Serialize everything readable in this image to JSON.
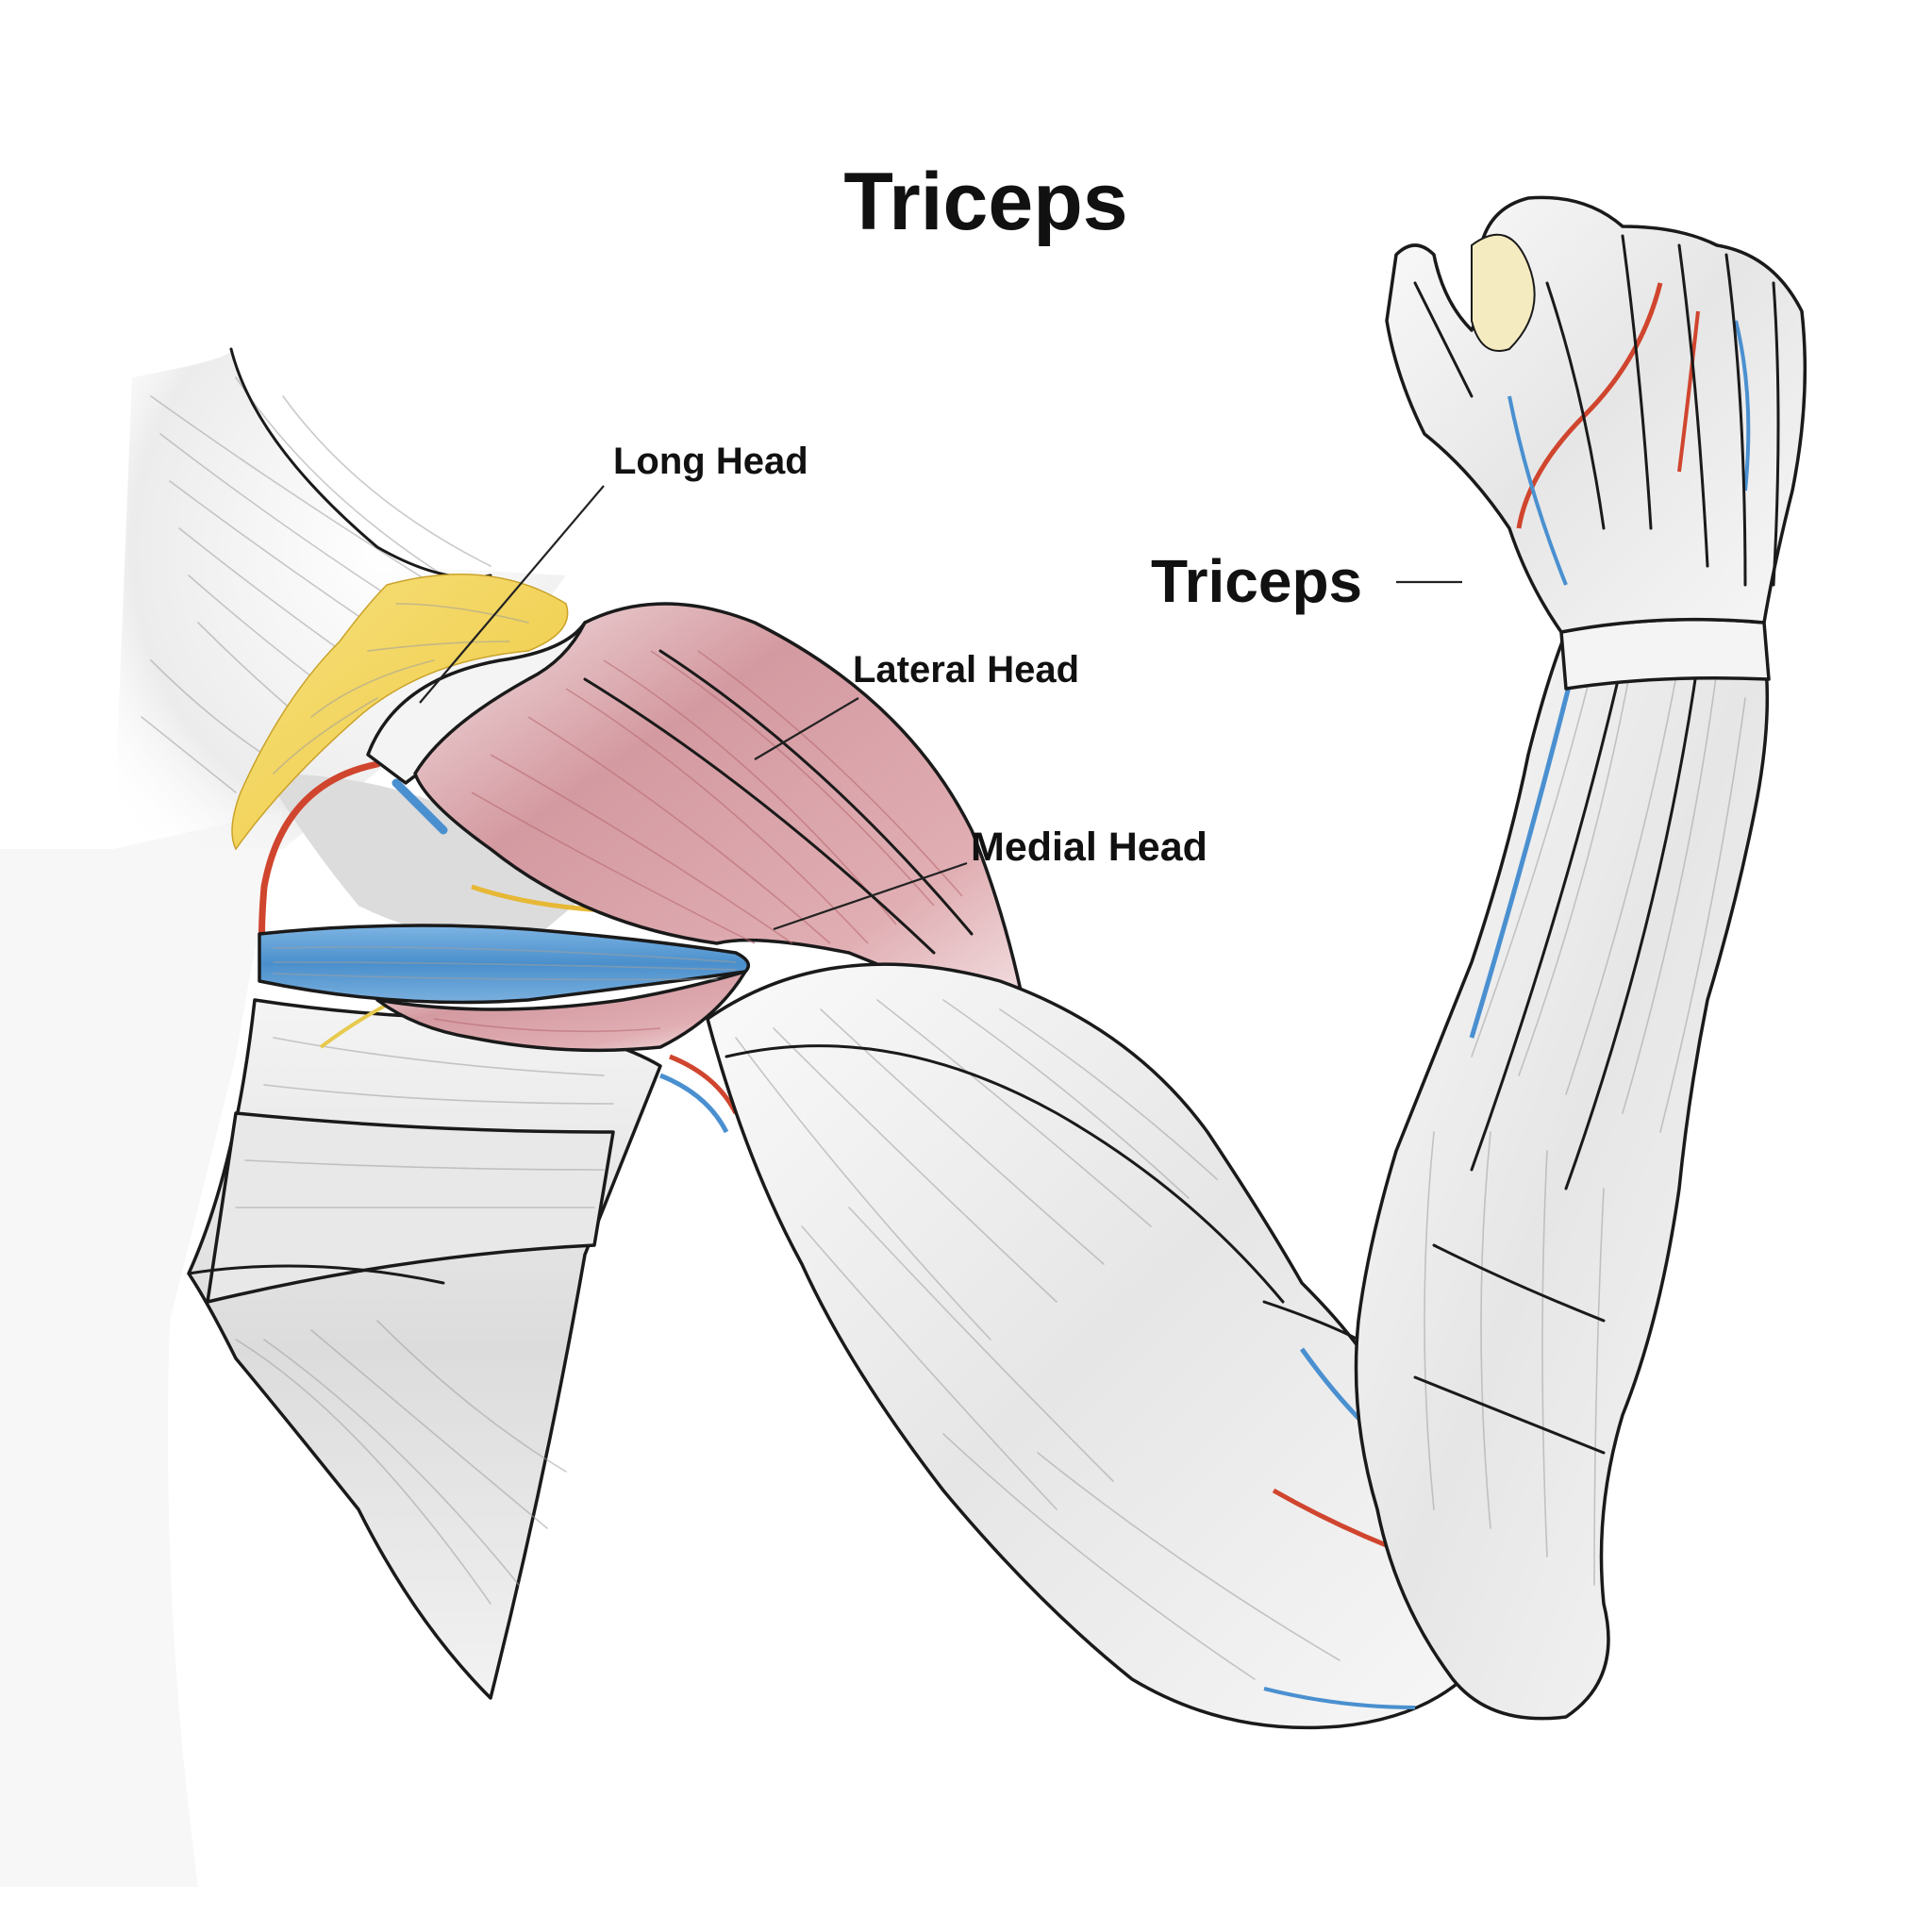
{
  "title": "Triceps",
  "labels": {
    "long_head": "Long Head",
    "lateral_head": "Lateral Head",
    "medial_head": "Medial Head",
    "side_title": "Triceps"
  },
  "colors": {
    "muscle_white": "#eeeeee",
    "triceps_red": "#d9a0a6",
    "tendon_yellow": "#f2d45c",
    "vein_blue": "#4a90d0",
    "artery_red": "#d0452e",
    "outline": "#1a1a1a"
  }
}
